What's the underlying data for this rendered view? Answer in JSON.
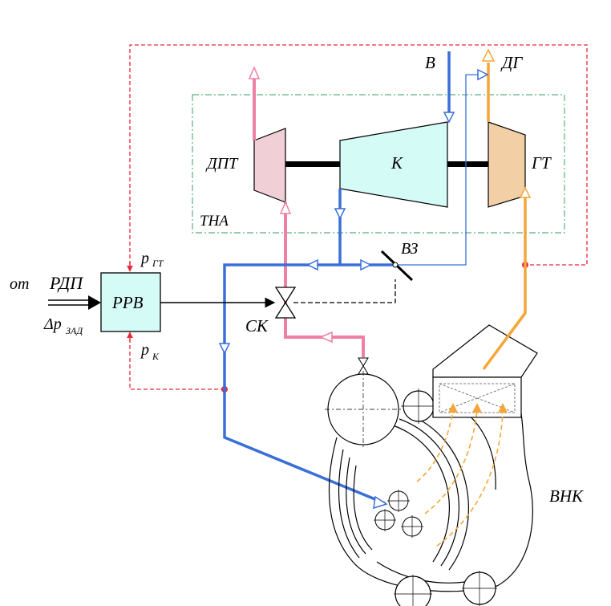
{
  "labels": {
    "source_from": "от",
    "source_rdp": "РДП",
    "delta_p": "Δp",
    "delta_sub": "ЗАД",
    "regulator": "РРВ",
    "p_gt": "p",
    "p_gt_sub": "ГТ",
    "p_k": "p",
    "p_k_sub": "К",
    "air_in": "В",
    "exhaust_gas": "ДГ",
    "dpt": "ДПТ",
    "compressor": "К",
    "gas_turbine": "ГТ",
    "tna": "ТНА",
    "air_valve": "ВЗ",
    "control_valve": "СК",
    "boiler": "ВНК"
  },
  "colors": {
    "air": "#3a6fd8",
    "steam": "#ee7fa6",
    "gas": "#f5a638",
    "signal": "#e8293a",
    "tna_box": "#5ab07f",
    "compressor_fill": "#d5fbf7",
    "dpt_fill": "#f0cfd6",
    "gt_fill": "#f3cfa6",
    "regulator_fill": "#d5fbf7"
  }
}
